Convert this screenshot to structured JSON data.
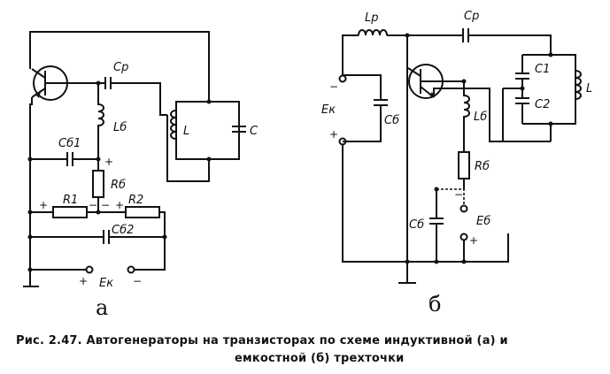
{
  "panel_a": {
    "label": "а",
    "components": {
      "cp": "Cр",
      "lb": "Lб",
      "cb1": "Cб1",
      "rb": "Rб",
      "r1": "R1",
      "r2": "R2",
      "cb2": "Cб2",
      "l": "L",
      "c": "C",
      "ek": "Eк"
    },
    "signs": {
      "plus": "+",
      "minus": "−"
    }
  },
  "panel_b": {
    "label": "б",
    "components": {
      "lp": "Lр",
      "cp": "Cр",
      "ek": "Eк",
      "cb_left": "Cб",
      "c1": "C1",
      "c2": "C2",
      "l": "L",
      "lb": "Lб",
      "rb": "Rб",
      "cb_bottom": "Cб",
      "eb": "Eб"
    },
    "signs": {
      "plus": "+",
      "minus": "−"
    }
  },
  "caption": {
    "line1": "Рис. 2.47. Автогенераторы на транзисторах по схеме индуктивной (а) и",
    "line2": "емкостной (б) трехточки"
  }
}
